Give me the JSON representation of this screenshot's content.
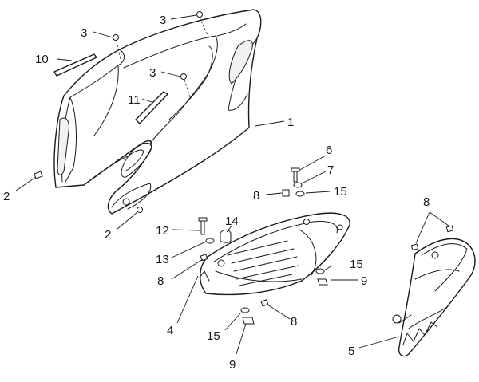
{
  "callouts": [
    {
      "id": "c1",
      "label": "1"
    },
    {
      "id": "c2a",
      "label": "2"
    },
    {
      "id": "c2b",
      "label": "2"
    },
    {
      "id": "c3a",
      "label": "3"
    },
    {
      "id": "c3b",
      "label": "3"
    },
    {
      "id": "c3c",
      "label": "3"
    },
    {
      "id": "c4",
      "label": "4"
    },
    {
      "id": "c5",
      "label": "5"
    },
    {
      "id": "c6",
      "label": "6"
    },
    {
      "id": "c7",
      "label": "7"
    },
    {
      "id": "c8a",
      "label": "8"
    },
    {
      "id": "c8b",
      "label": "8"
    },
    {
      "id": "c8c",
      "label": "8"
    },
    {
      "id": "c8d",
      "label": "8"
    },
    {
      "id": "c9a",
      "label": "9"
    },
    {
      "id": "c9b",
      "label": "9"
    },
    {
      "id": "c10",
      "label": "10"
    },
    {
      "id": "c11",
      "label": "11"
    },
    {
      "id": "c12",
      "label": "12"
    },
    {
      "id": "c13",
      "label": "13"
    },
    {
      "id": "c14",
      "label": "14"
    },
    {
      "id": "c15a",
      "label": "15"
    },
    {
      "id": "c15b",
      "label": "15"
    },
    {
      "id": "c15c",
      "label": "15"
    }
  ]
}
